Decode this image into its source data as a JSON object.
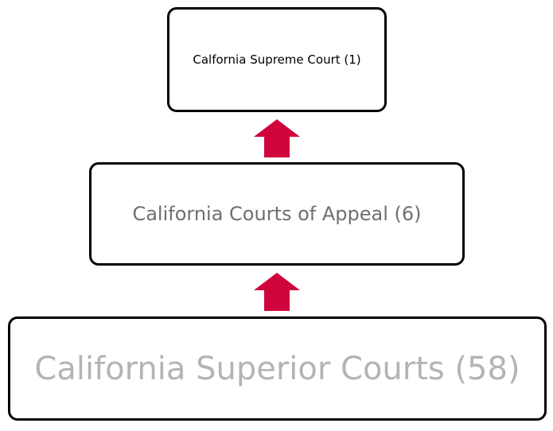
{
  "diagram": {
    "nodes": [
      {
        "id": "supreme",
        "label": "Calfornia Supreme Court (1)"
      },
      {
        "id": "appeal",
        "label": "California Courts of Appeal (6)"
      },
      {
        "id": "superior",
        "label": "California Superior Courts (58)"
      }
    ],
    "edges": [
      {
        "from": "appeal",
        "to": "supreme"
      },
      {
        "from": "superior",
        "to": "appeal"
      }
    ],
    "colors": {
      "arrow": "#d0043c",
      "border": "#000000",
      "supreme_text": "#000000",
      "appeal_text": "#6f6f6f",
      "superior_text": "#b4b4b4"
    },
    "icons": {
      "arrow": "up-arrow-icon"
    }
  }
}
